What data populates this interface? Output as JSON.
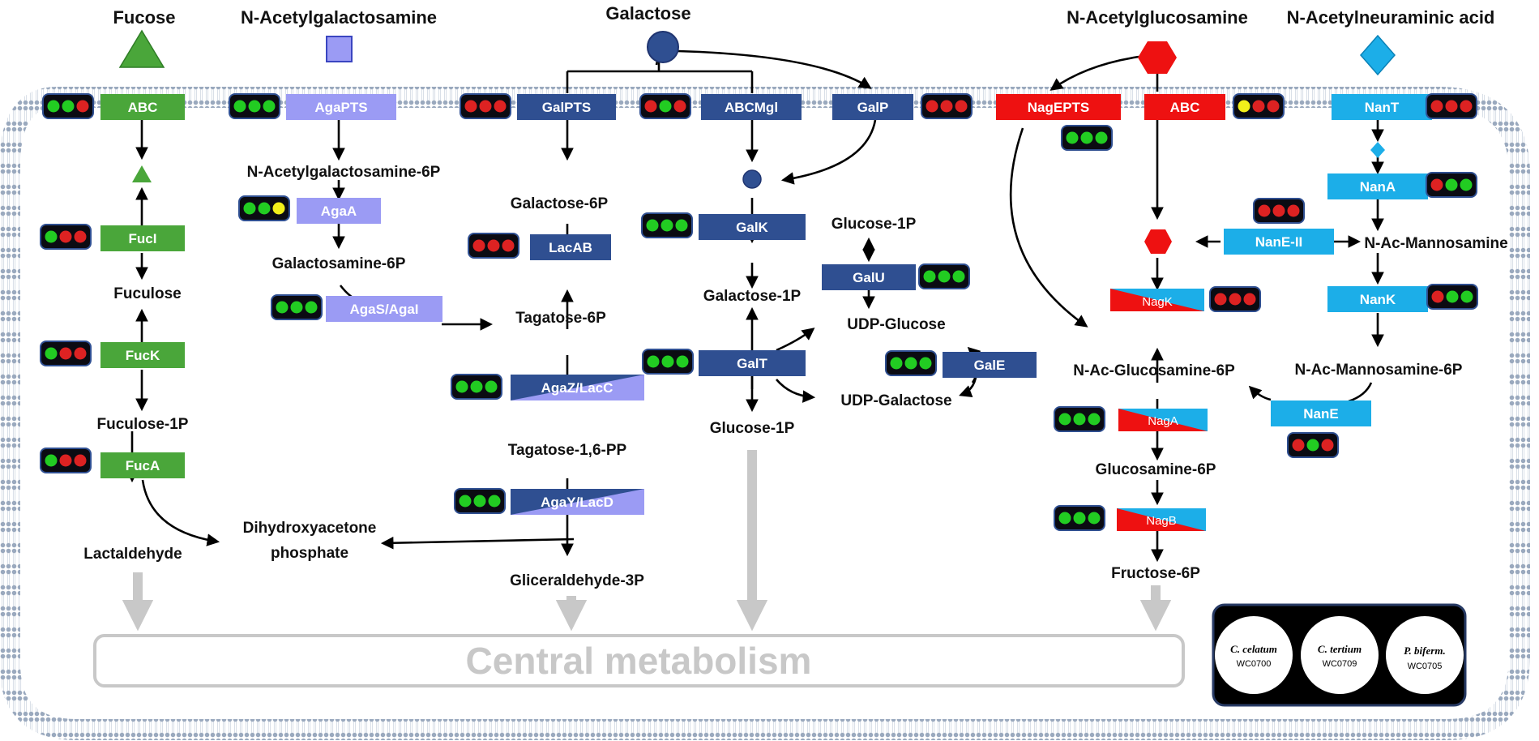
{
  "colors": {
    "fucose": "#4aa63a",
    "galnac": "#9b9bf4",
    "galactose": "#2f4f91",
    "glcnac": "#ee1111",
    "neu5ac": "#1caee8",
    "dot_green": "#22cc22",
    "dot_red": "#dd2222",
    "dot_yellow": "#f2ef1a",
    "arrow": "#000000",
    "to_central": "#c8c8c8"
  },
  "sources": {
    "fucose": "Fucose",
    "galnac": "N-Acetylgalactosamine",
    "galactose": "Galactose",
    "glcnac": "N-Acetylglucosamine",
    "neu5ac": "N-Acetylneuraminic acid"
  },
  "metabolites": {
    "fuculose": "Fuculose",
    "fuculose_1p": "Fuculose-1P",
    "lactaldehyde": "Lactaldehyde",
    "dhap_1": "Dihydroxyacetone",
    "dhap_2": "phosphate",
    "galnac_6p": "N-Acetylgalactosamine-6P",
    "galactosamine_6p": "Galactosamine-6P",
    "galactose_6p": "Galactose-6P",
    "tagatose_6p": "Tagatose-6P",
    "tagatose_16pp": "Tagatose-1,6-PP",
    "g3p": "Gliceraldehyde-3P",
    "galactose_1p": "Galactose-1P",
    "glucose_1p_bottom": "Glucose-1P",
    "glucose_1p_top": "Glucose-1P",
    "udp_glucose": "UDP-Glucose",
    "udp_galactose": "UDP-Galactose",
    "glcnac_6p": "N-Ac-Glucosamine-6P",
    "glucosamine_6p": "Glucosamine-6P",
    "fructose_6p": "Fructose-6P",
    "manac": "N-Ac-Mannosamine",
    "manac_6p": "N-Ac-Mannosamine-6P"
  },
  "enzymes": {
    "abc_fuc": "ABC",
    "fuci": "FucI",
    "fuck": "FucK",
    "fuca": "FucA",
    "agapts": "AgaPTS",
    "agaa": "AgaA",
    "agas": "AgaS/AgaI",
    "galpts": "GalPTS",
    "lacab": "LacAB",
    "agaz": "AgaZ/LacC",
    "agay": "AgaY/LacD",
    "abcmgl": "ABCMgl",
    "galk": "GalK",
    "galt": "GalT",
    "galp": "GalP",
    "galu": "GalU",
    "gale": "GalE",
    "nageps": "NagEPTS",
    "abc_nag": "ABC",
    "nagk": "NagK",
    "naga": "NagA",
    "nagb": "NagB",
    "nant": "NanT",
    "nana": "NanA",
    "nane2": "NanE-II",
    "nank": "NanK",
    "nane": "NanE"
  },
  "central": "Central metabolism",
  "legend": [
    {
      "name": "C. celatum",
      "id": "WC0700"
    },
    {
      "name": "C. tertium",
      "id": "WC0709"
    },
    {
      "name": "P. biferm.",
      "id": "WC0705"
    }
  ],
  "indicators": {
    "abc_fuc": [
      "green",
      "green",
      "red"
    ],
    "fuci": [
      "green",
      "red",
      "red"
    ],
    "fuck": [
      "green",
      "red",
      "red"
    ],
    "fuca": [
      "green",
      "red",
      "red"
    ],
    "agapts": [
      "green",
      "green",
      "green"
    ],
    "agaa": [
      "green",
      "green",
      "yellow"
    ],
    "agas": [
      "green",
      "green",
      "green"
    ],
    "galpts": [
      "red",
      "red",
      "red"
    ],
    "lacab": [
      "red",
      "red",
      "red"
    ],
    "agaz": [
      "green",
      "green",
      "green"
    ],
    "agay": [
      "green",
      "green",
      "green"
    ],
    "abcmgl": [
      "red",
      "green",
      "red"
    ],
    "galk": [
      "green",
      "green",
      "green"
    ],
    "galt": [
      "green",
      "green",
      "green"
    ],
    "galp": [
      "red",
      "red",
      "red"
    ],
    "galu": [
      "green",
      "green",
      "green"
    ],
    "gale": [
      "green",
      "green",
      "green"
    ],
    "nageps": [
      "green",
      "green",
      "green"
    ],
    "abc_nag": [
      "yellow",
      "red",
      "red"
    ],
    "nagk": [
      "red",
      "red",
      "red"
    ],
    "naga": [
      "green",
      "green",
      "green"
    ],
    "nagb": [
      "green",
      "green",
      "green"
    ],
    "nant": [
      "red",
      "red",
      "red"
    ],
    "nana": [
      "red",
      "green",
      "green"
    ],
    "nane2": [
      "red",
      "red",
      "red"
    ],
    "nank": [
      "red",
      "green",
      "green"
    ],
    "nane": [
      "red",
      "green",
      "red"
    ]
  }
}
